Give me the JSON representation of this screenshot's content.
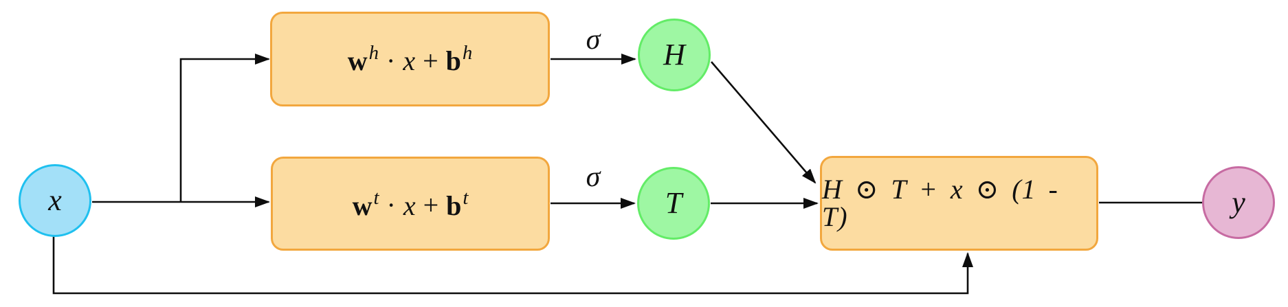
{
  "diagram": {
    "kind": "highway-network-layer-flowchart",
    "background": "#ffffff",
    "edge_color": "#0d0d0d"
  },
  "colors": {
    "formula_box_fill": "#fcdca1",
    "formula_box_border": "#f2a73e",
    "input_node_fill": "#a3e0f8",
    "input_node_border": "#1fc0ef",
    "gate_node_fill": "#9ef7a3",
    "gate_node_border": "#63ec67",
    "output_node_fill": "#e7b7d4",
    "output_node_border": "#c76ba2"
  },
  "nodes": {
    "input": {
      "label": "x"
    },
    "hidden_gate": {
      "label": "H"
    },
    "transform_gate": {
      "label": "T"
    },
    "output": {
      "label": "y"
    },
    "hidden_formula": {
      "w": "w",
      "w_sup": "h",
      "dot": "·",
      "x": "x",
      "plus": "+",
      "b": "b",
      "b_sup": "h"
    },
    "transform_formula": {
      "w": "w",
      "w_sup": "t",
      "dot": "·",
      "x": "x",
      "plus": "+",
      "b": "b",
      "b_sup": "t"
    },
    "output_formula": {
      "label": "H ⊙ T + x ⊙ (1 - T)"
    }
  },
  "edge_labels": {
    "sigma_top": "σ",
    "sigma_bottom": "σ"
  }
}
